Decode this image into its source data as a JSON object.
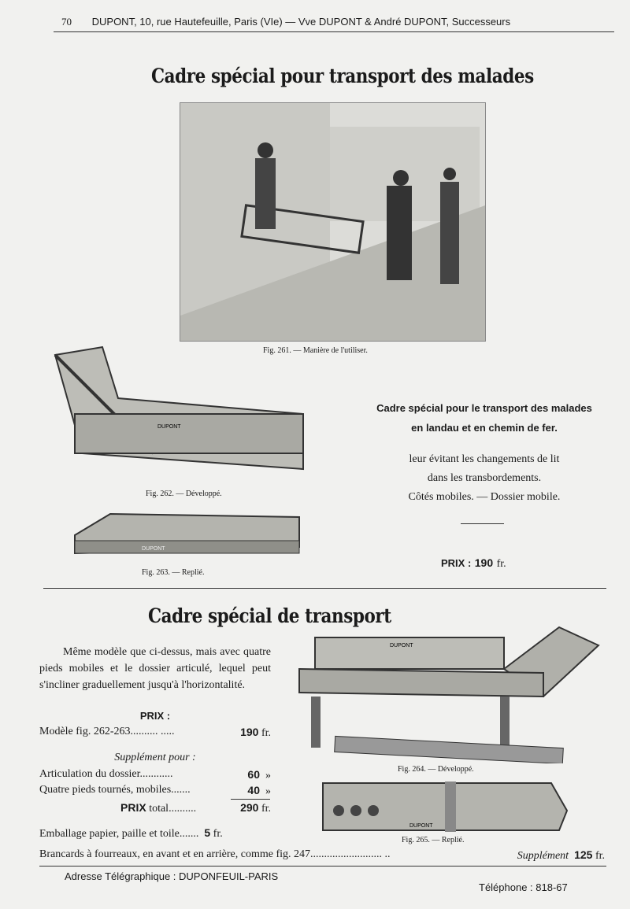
{
  "header": {
    "page_number": "70",
    "line": "DUPONT, 10, rue Hautefeuille, Paris (VIe) — Vve DUPONT & André DUPONT, Successeurs"
  },
  "section1": {
    "title": "Cadre spécial pour transport des malades",
    "fig261_caption": "Fig. 261. — Manière de l'utiliser.",
    "fig262_caption": "Fig. 262. — Développé.",
    "fig263_caption": "Fig. 263. — Replié.",
    "headline_1": "Cadre spécial pour le transport des malades",
    "headline_2": "en landau et en chemin de fer.",
    "desc_1": "leur évitant les changements de lit",
    "desc_2": "dans les transbordements.",
    "desc_3": "Côtés mobiles. — Dossier mobile.",
    "price_label": "PRIX :",
    "price_value": "190",
    "price_unit": "fr."
  },
  "section2": {
    "title": "Cadre spécial de transport",
    "description": "Même modèle que ci-dessus, mais avec quatre pieds mobiles et le dossier articulé, lequel peut s'incliner graduellement jusqu'à l'horizontalité.",
    "prix_heading": "PRIX :",
    "model_label": "Modèle fig. 262-263.......... .....",
    "model_price": "190",
    "supplement_heading": "Supplément pour :",
    "items": [
      {
        "label": "Articulation du dossier............",
        "price": "60",
        "unit": "»"
      },
      {
        "label": "Quatre pieds tournés, mobiles.......",
        "price": "40",
        "unit": "»"
      }
    ],
    "total_label_bold": "PRIX",
    "total_label": "total..........",
    "total_price": "290",
    "fr": "fr.",
    "packing_label": "Emballage papier, paille et toile.......",
    "packing_price": "5",
    "brancards_label": "Brancards à fourreaux, en avant et en arrière, comme fig. 247.......................... ..",
    "brancards_supp": "Supplément",
    "brancards_price": "125",
    "fig264_caption": "Fig. 264. — Développé.",
    "fig265_caption": "Fig. 265. — Replié."
  },
  "footer": {
    "telegraph": "Adresse Télégraphique : DUPONFEUIL-PARIS",
    "phone": "Téléphone : 818-67"
  },
  "illustration_labels": {
    "brand_plate": "DUPONT"
  }
}
